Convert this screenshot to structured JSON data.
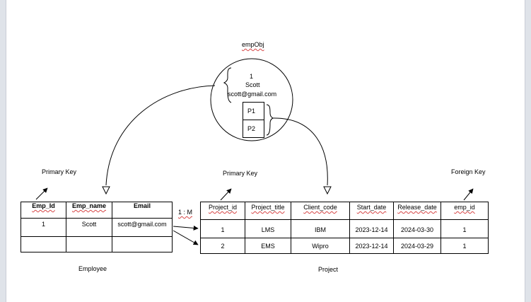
{
  "object": {
    "name": "empObj",
    "id": "1",
    "emp_name": "Scott",
    "email": "scott@gmail.com",
    "projects": [
      "P1",
      "P2"
    ]
  },
  "labels": {
    "primary_key_1": "Primary Key",
    "primary_key_2": "Primary Key",
    "foreign_key": "Foreign Key",
    "relation": "1 : M"
  },
  "employee": {
    "caption": "Employee",
    "headers": [
      "Emp_Id",
      "Emp_name",
      "Email"
    ],
    "rows": [
      [
        "1",
        "Scott",
        "scott@gmail.com"
      ],
      [
        "",
        "",
        ""
      ]
    ]
  },
  "project": {
    "caption": "Project",
    "headers": [
      "Project_id",
      "Project_title",
      "Client_code",
      "Start_date",
      "Release_date",
      "emp_id"
    ],
    "rows": [
      [
        "1",
        "LMS",
        "IBM",
        "2023-12-14",
        "2024-03-30",
        "1"
      ],
      [
        "2",
        "EMS",
        "Wipro",
        "2023-12-14",
        "2024-03-29",
        "1"
      ]
    ]
  }
}
